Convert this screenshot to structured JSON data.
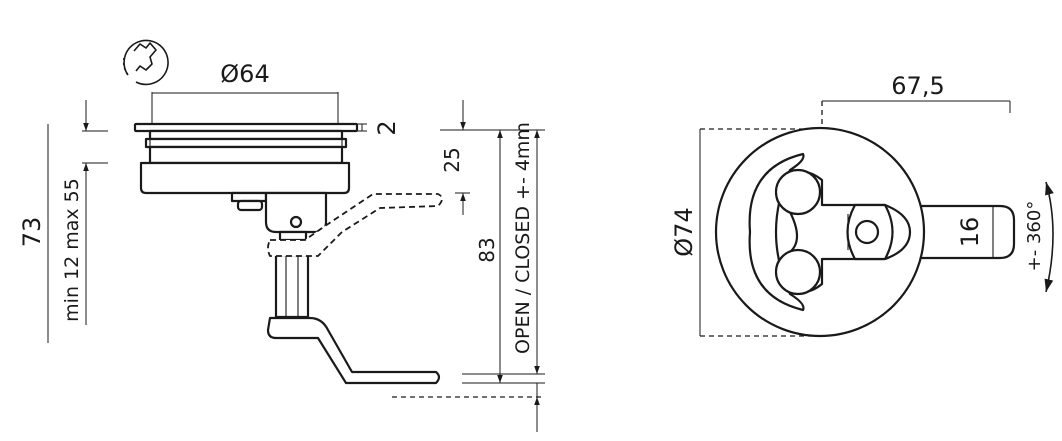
{
  "colors": {
    "ink": "#1a1a1a",
    "paper": "#ffffff"
  },
  "icons": {
    "surface": "rough-surface-icon"
  },
  "dimensions": {
    "side_view": {
      "top_diameter": "Ø64",
      "flange_thickness": "2",
      "total_height": "73",
      "panel_thickness": "min 12 max 55",
      "handle_height": "25",
      "stroke": "83",
      "open_closed": "OPEN / CLOSED +- 4mm"
    },
    "top_view": {
      "width": "67,5",
      "diameter": "Ø74",
      "handle_width": "16",
      "rotation": "+- 360°"
    }
  }
}
